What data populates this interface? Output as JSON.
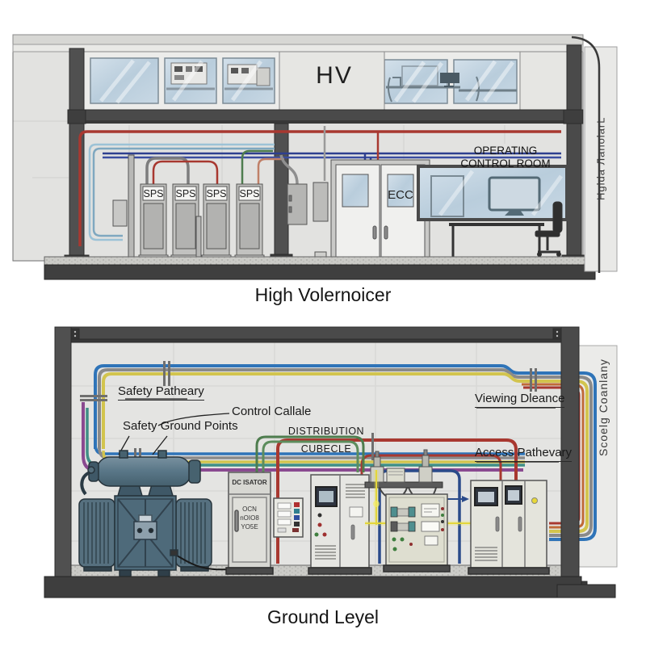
{
  "upper": {
    "caption": "High Volernoicer",
    "room_hv": "HV",
    "control_room_line1": "OPERATING",
    "control_room_line2": "CONTROL ROOM",
    "door_label": "ECC",
    "cabinet_label": "SPS",
    "side_text": "Hglda ЛanolarL"
  },
  "ground": {
    "caption": "Ground Leyel",
    "safety_pathway": "Safety Patheary",
    "control_cable": "Control Callale",
    "safety_ground_points": "Safety Ground Points",
    "distribution_line1": "DISTRIBUTION",
    "distribution_line2": "CUBECLE",
    "viewing_distance": "Viewing Dleance",
    "access_pathway": "Access Pathevary",
    "side_text": "Scoelg Coanlany",
    "dc_cabinet": {
      "title": "DC ISATOR",
      "line1": "OCN",
      "line2": "nOIO8",
      "line3": "YO5E"
    }
  },
  "colors": {
    "steel": "#474747",
    "wall": "#e3e3e1",
    "glass": "#c3d4e2",
    "pipe_red": "#a83830",
    "pipe_blue": "#2f74b8",
    "pipe_dark_blue": "#2e3f8f",
    "pipe_yellow": "#d2c44e",
    "pipe_purple": "#8a4a90",
    "pipe_teal": "#3f8f86",
    "pipe_green": "#4e7d4e",
    "pipe_orange": "#c06a38",
    "pipe_gray": "#8a8a8a",
    "transformer": "#54707e",
    "cabinet_beige": "#e4e4dc"
  }
}
